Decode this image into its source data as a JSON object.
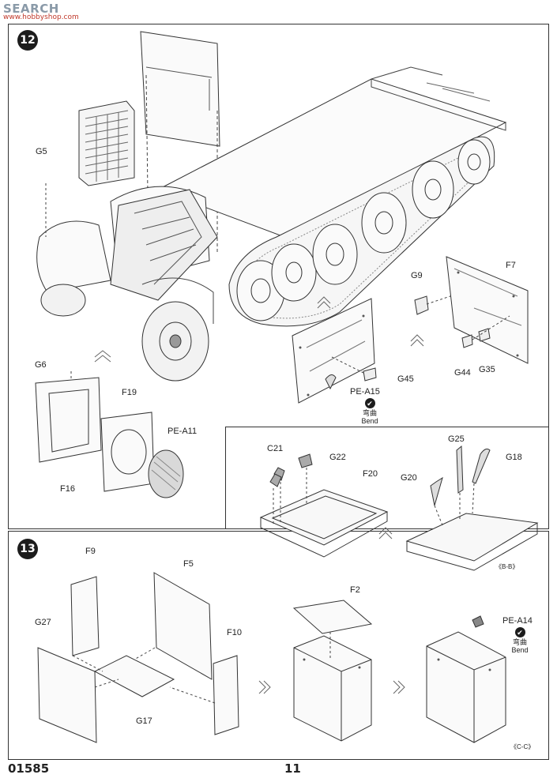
{
  "watermark": {
    "title": "SEARCH",
    "sub": "www.hobbyshop.com"
  },
  "steps": {
    "s12": "12",
    "s13": "13"
  },
  "labels": {
    "g5": "G5",
    "g6": "G6",
    "f19": "F19",
    "pea11": "PE-A11",
    "f16": "F16",
    "g9": "G9",
    "f7": "F7",
    "g44": "G44",
    "g35": "G35",
    "g45": "G45",
    "pea15": "PE-A15",
    "c21": "C21",
    "g22": "G22",
    "f20": "F20",
    "g25": "G25",
    "g18": "G18",
    "g20": "G20",
    "bb": "《B-B》",
    "f9": "F9",
    "f5": "F5",
    "g27": "G27",
    "f10": "F10",
    "g17": "G17",
    "f2": "F2",
    "pea14": "PE-A14",
    "cc": "《C-C》"
  },
  "bend": {
    "cn": "弯曲",
    "en": "Bend"
  },
  "footer": {
    "code": "01585",
    "page": "11"
  }
}
